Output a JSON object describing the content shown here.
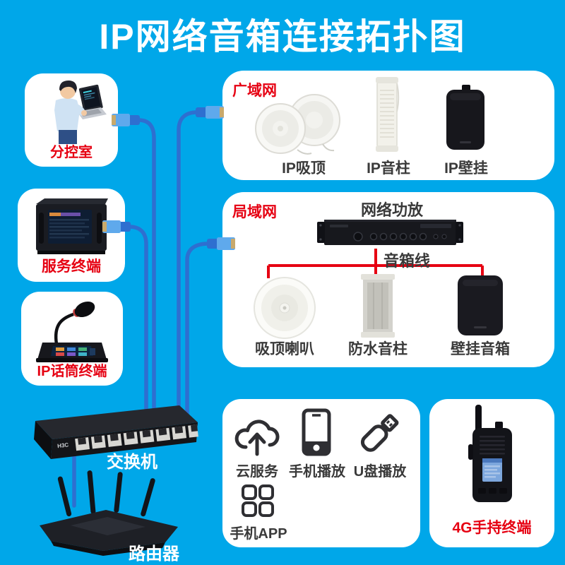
{
  "title": "IP网络音箱连接拓扑图",
  "colors": {
    "background": "#00A7E9",
    "accent_red": "#E60012",
    "label_dark": "#3a3a3a",
    "cable_blue": "#2E6FD0",
    "connector_blue": "#5FA9EC",
    "panel_white": "#FFFFFF"
  },
  "left_column": {
    "control_room": {
      "label": "分控室",
      "icon": "operator-with-laptop-icon"
    },
    "server_terminal": {
      "label": "服务终端",
      "icon": "server-rack-icon"
    },
    "mic_terminal": {
      "label": "IP话筒终端",
      "icon": "paging-microphone-icon"
    },
    "switch": {
      "label": "交换机",
      "brand": "H3C",
      "icon": "network-switch-icon"
    },
    "router": {
      "label": "路由器",
      "icon": "wifi-router-icon"
    }
  },
  "wan": {
    "tag": "广域网",
    "items": [
      {
        "label": "IP吸顶",
        "icon": "ceiling-speaker-pair-icon"
      },
      {
        "label": "IP音柱",
        "icon": "column-speaker-icon"
      },
      {
        "label": "IP壁挂",
        "icon": "wall-speaker-icon"
      }
    ]
  },
  "lan": {
    "tag": "局域网",
    "amplifier_label": "网络功放",
    "wire_label": "音箱线",
    "items": [
      {
        "label": "吸顶喇叭",
        "icon": "ceiling-speaker-icon"
      },
      {
        "label": "防水音柱",
        "icon": "waterproof-column-speaker-icon"
      },
      {
        "label": "壁挂音箱",
        "icon": "wall-box-speaker-icon"
      }
    ]
  },
  "sources": {
    "items": [
      {
        "label": "云服务",
        "icon": "cloud-upload-icon"
      },
      {
        "label": "手机播放",
        "icon": "smartphone-icon"
      },
      {
        "label": "U盘播放",
        "icon": "usb-drive-icon"
      },
      {
        "label": "手机APP",
        "icon": "app-grid-icon"
      }
    ]
  },
  "handheld": {
    "label": "4G手持终端",
    "icon": "walkie-talkie-icon"
  }
}
